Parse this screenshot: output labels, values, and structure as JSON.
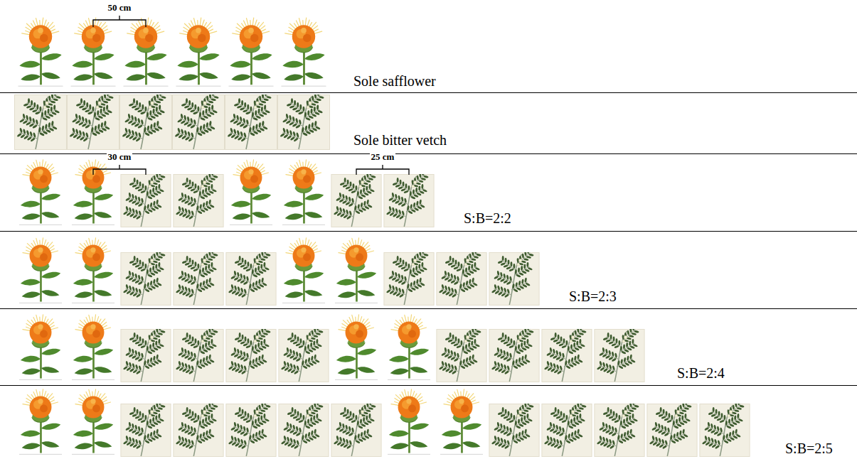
{
  "diagram": {
    "labels": [
      "50 cm",
      "Sole safflower",
      "Sole bitter vetch",
      "30 cm",
      "25 cm",
      "S:B=2:2",
      "S:B=2:3",
      "S:B=2:4",
      "S:B=2:5"
    ]
  }
}
